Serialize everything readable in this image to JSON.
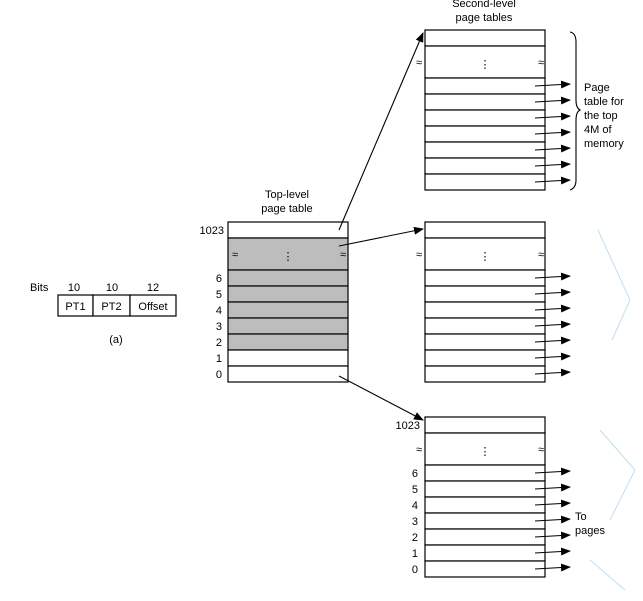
{
  "address_format": {
    "bits_label": "Bits",
    "fields": [
      {
        "label": "PT1",
        "bits": "10"
      },
      {
        "label": "PT2",
        "bits": "10"
      },
      {
        "label": "Offset",
        "bits": "12"
      }
    ],
    "caption": "(a)"
  },
  "top_level_table": {
    "title_line1": "Top-level",
    "title_line2": "page table",
    "index_top": "1023",
    "dots": "⋮",
    "indices": [
      "6",
      "5",
      "4",
      "3",
      "2",
      "1",
      "0"
    ]
  },
  "second_level": {
    "title_line1": "Second-level",
    "title_line2": "page tables",
    "dots": "⋮",
    "bottom_table_index_top": "1023",
    "bottom_table_indices": [
      "6",
      "5",
      "4",
      "3",
      "2",
      "1",
      "0"
    ]
  },
  "annotations": {
    "page_table_note": [
      "Page",
      "table for",
      "the top",
      "4M of",
      "memory"
    ],
    "to_pages": [
      "To",
      "pages"
    ]
  }
}
